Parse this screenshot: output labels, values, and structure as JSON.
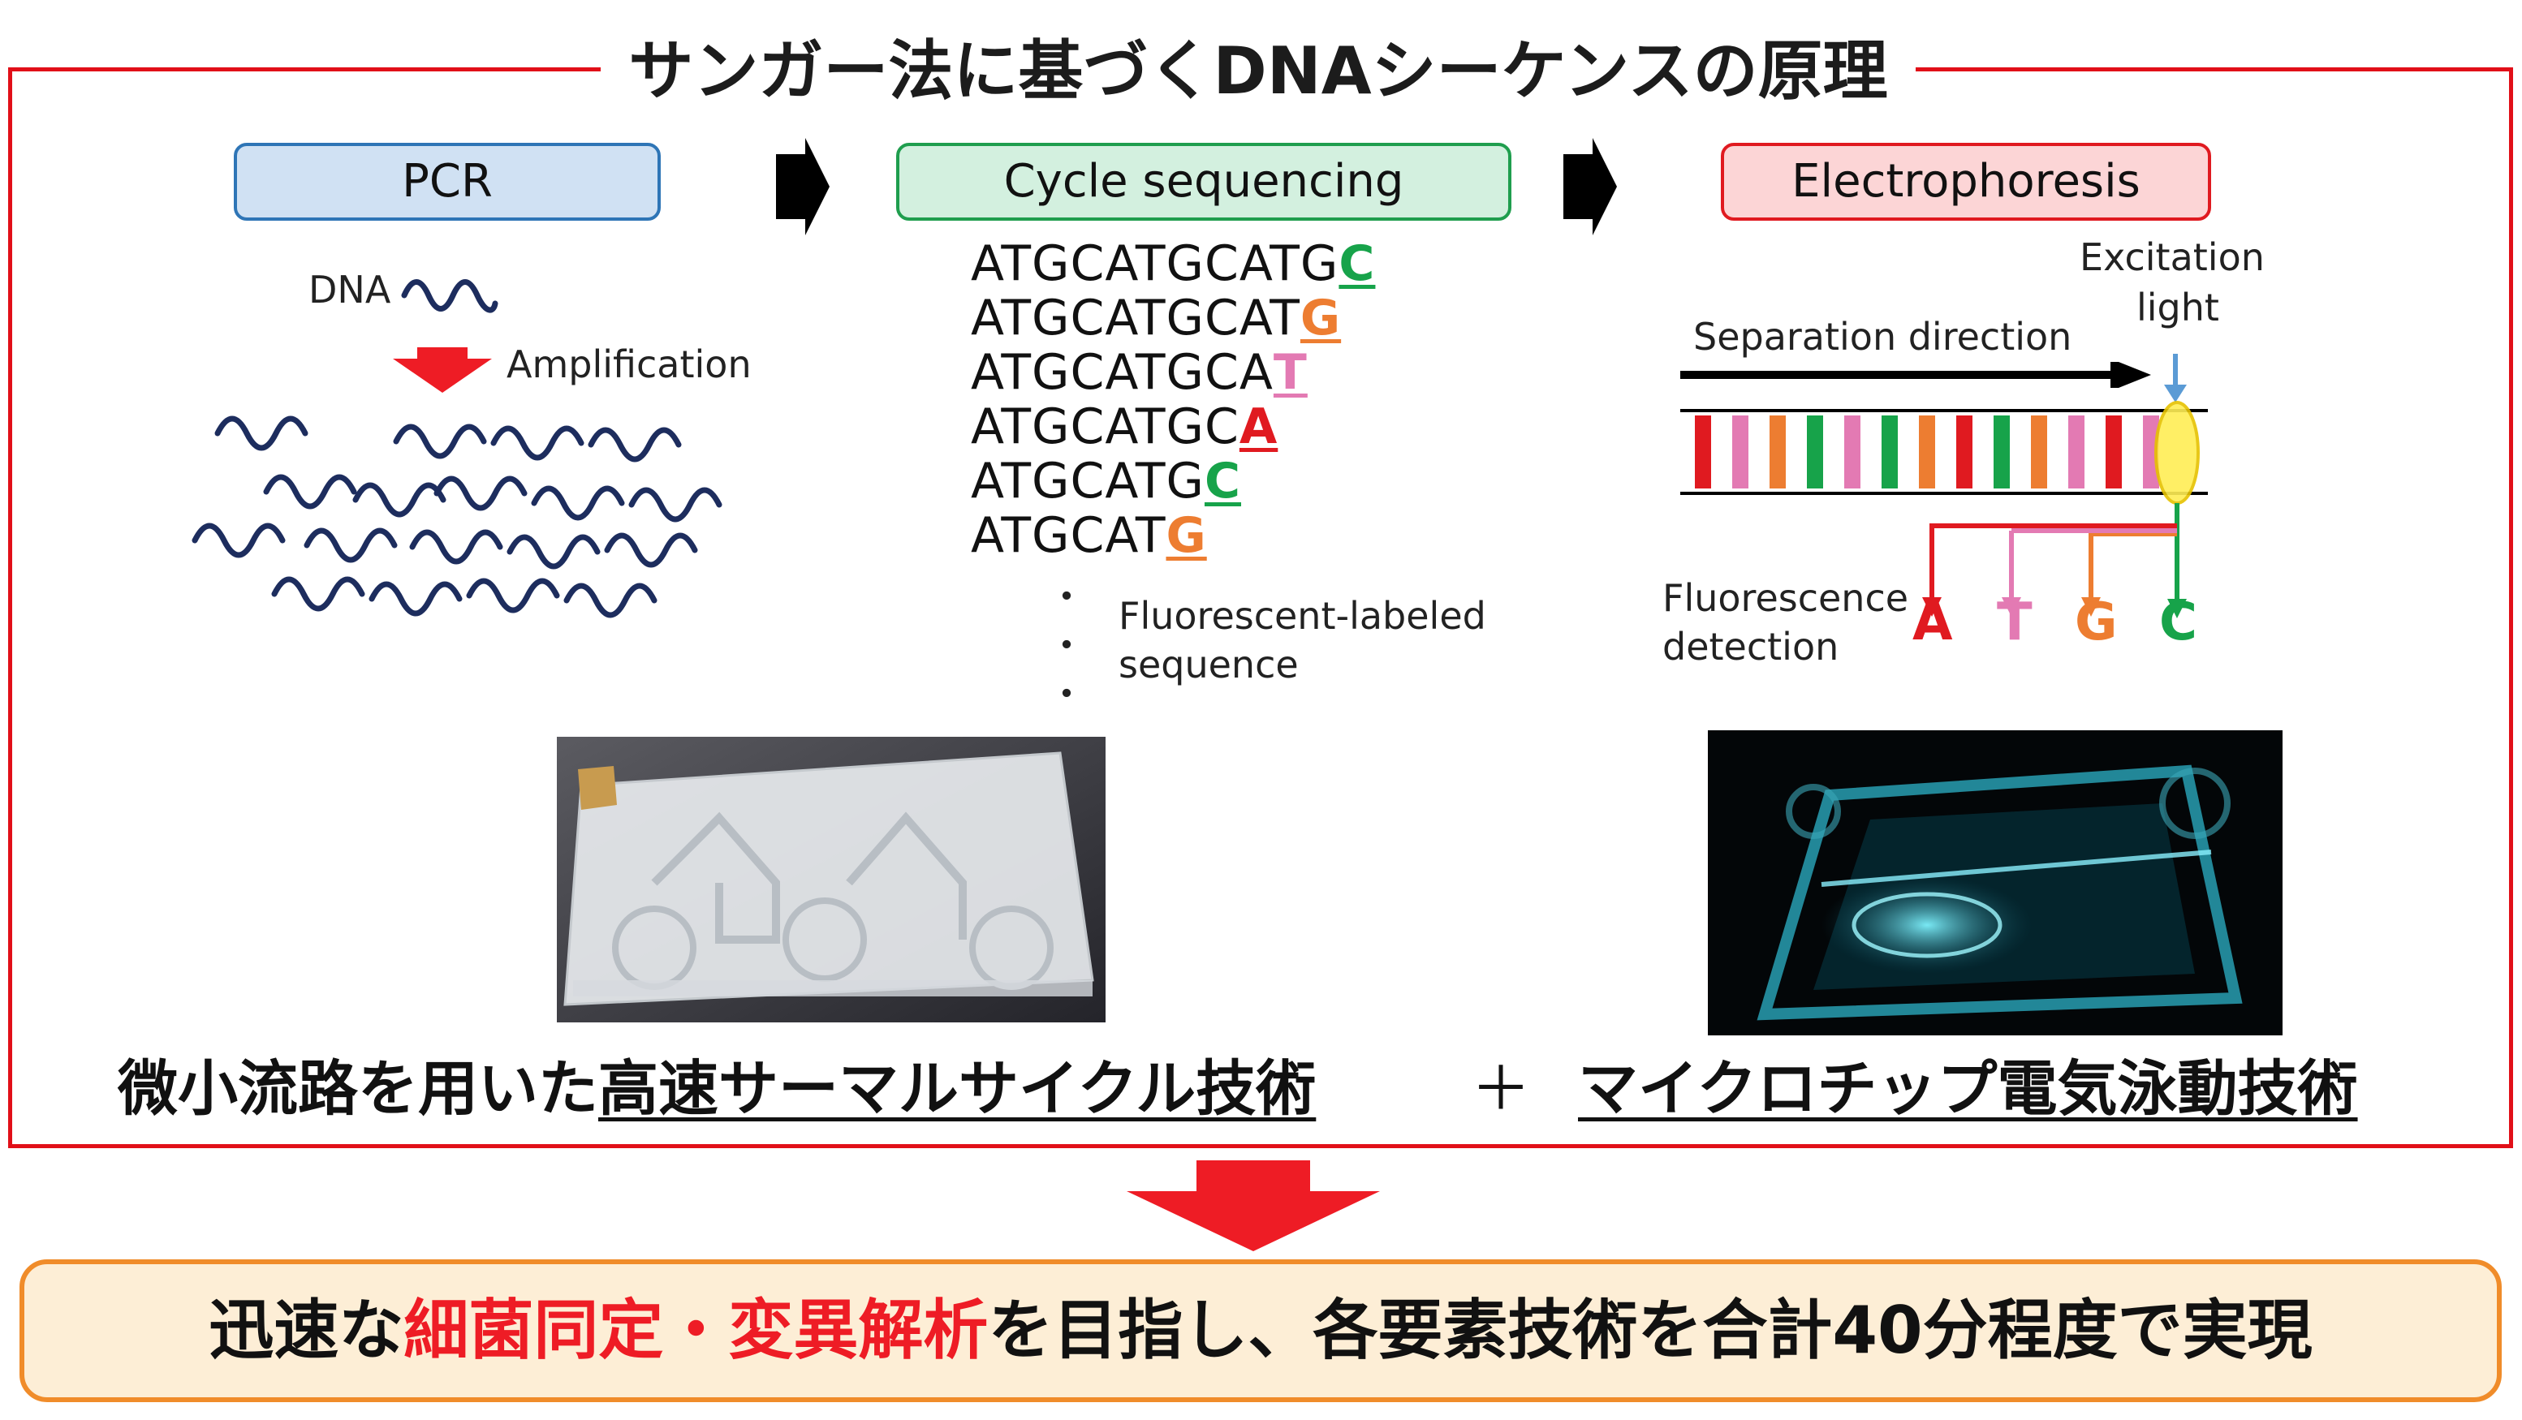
{
  "title": "サンガー法に基づくDNAシーケンスの原理",
  "stages": {
    "pcr": "PCR",
    "cycle": "Cycle sequencing",
    "electro": "Electrophoresis"
  },
  "pcr": {
    "dna_label": "DNA",
    "amplification_label": "Amplification"
  },
  "cycle": {
    "sequences": [
      {
        "prefix": "ATGCATGCATG",
        "last": "C",
        "color": "#17a34a"
      },
      {
        "prefix": "ATGCATGCAT",
        "last": "G",
        "color": "#ed7d31"
      },
      {
        "prefix": "ATGCATGCA",
        "last": "T",
        "color": "#e37ab3"
      },
      {
        "prefix": "ATGCATGC",
        "last": "A",
        "color": "#e01a20"
      },
      {
        "prefix": "ATGCATG",
        "last": "C",
        "color": "#17a34a"
      },
      {
        "prefix": "ATGCAT",
        "last": "G",
        "color": "#ed7d31"
      }
    ],
    "dots": "・",
    "fluor_label_line1": "Fluorescent-labeled",
    "fluor_label_line2": "sequence"
  },
  "electro": {
    "excitation_line1": "Excitation",
    "excitation_line2": "light",
    "separation_label": "Separation direction",
    "detection_line1": "Fluorescence",
    "detection_line2": "detection",
    "bases": [
      {
        "letter": "A",
        "color": "#e01a20"
      },
      {
        "letter": "T",
        "color": "#e37ab3"
      },
      {
        "letter": "G",
        "color": "#ed7d31"
      },
      {
        "letter": "C",
        "color": "#17a34a"
      }
    ],
    "band_colors": [
      "#e01a20",
      "#e37ab3",
      "#ed7d31",
      "#17a34a",
      "#e37ab3",
      "#17a34a",
      "#ed7d31",
      "#e01a20",
      "#17a34a",
      "#ed7d31",
      "#e37ab3",
      "#e01a20",
      "#e37ab3"
    ]
  },
  "technologies": {
    "prefix": "微小流路を用いた",
    "tech1": "高速サーマルサイクル技術",
    "plus": "＋",
    "tech2": "マイクロチップ電気泳動技術"
  },
  "result": {
    "part1": "迅速な",
    "highlight": "細菌同定・変異解析",
    "part2": "を目指し、各要素技術を合計40分程度で実現"
  },
  "colors": {
    "frame": "#e10f18",
    "wave": "#1d2d5e",
    "highlight": "#ee1c25",
    "result_bg": "#fdeed6",
    "result_border": "#f08c2a"
  }
}
